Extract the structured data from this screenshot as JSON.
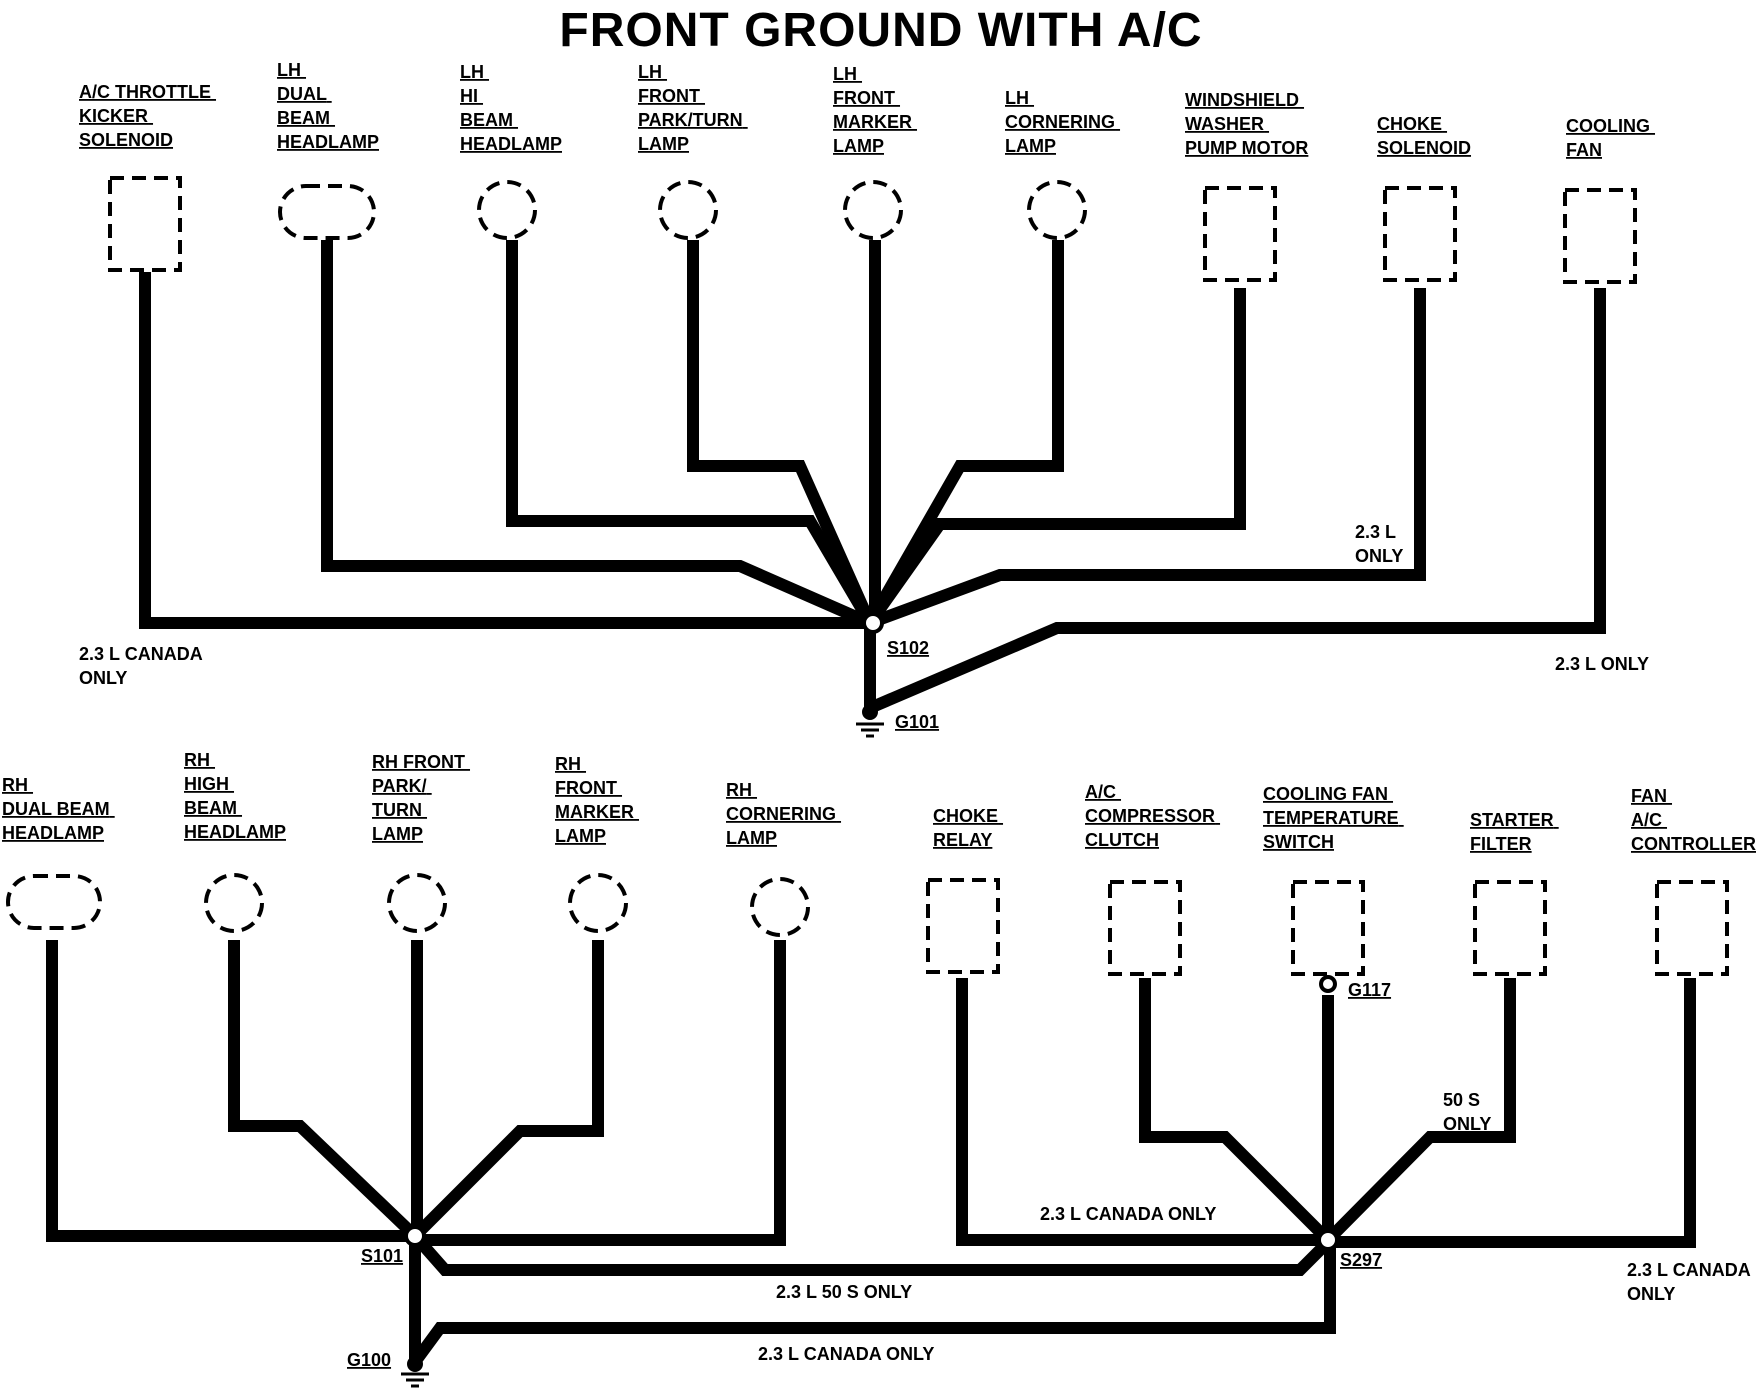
{
  "title": "FRONT GROUND WITH A/C",
  "components_top": [
    {
      "lines": [
        "A/C THROTTLE",
        "KICKER",
        "SOLENOID"
      ],
      "shape": "rect"
    },
    {
      "lines": [
        "LH",
        "DUAL",
        "BEAM",
        "HEADLAMP"
      ],
      "shape": "oval"
    },
    {
      "lines": [
        "LH",
        "HI",
        "BEAM",
        "HEADLAMP"
      ],
      "shape": "circle"
    },
    {
      "lines": [
        "LH",
        "FRONT",
        "PARK/TURN",
        "LAMP"
      ],
      "shape": "circle"
    },
    {
      "lines": [
        "LH",
        "FRONT",
        "MARKER",
        "LAMP"
      ],
      "shape": "circle"
    },
    {
      "lines": [
        "LH",
        "CORNERING",
        "LAMP"
      ],
      "shape": "circle"
    },
    {
      "lines": [
        "WINDSHIELD",
        "WASHER",
        "PUMP MOTOR"
      ],
      "shape": "rect"
    },
    {
      "lines": [
        "CHOKE",
        "SOLENOID"
      ],
      "shape": "rect"
    },
    {
      "lines": [
        "COOLING",
        "FAN"
      ],
      "shape": "rect"
    }
  ],
  "components_bottom": [
    {
      "lines": [
        "RH",
        "DUAL BEAM",
        "HEADLAMP"
      ],
      "shape": "oval"
    },
    {
      "lines": [
        "RH",
        "HIGH",
        "BEAM",
        "HEADLAMP"
      ],
      "shape": "circle"
    },
    {
      "lines": [
        "RH FRONT",
        "PARK/",
        "TURN",
        "LAMP"
      ],
      "shape": "circle"
    },
    {
      "lines": [
        "RH",
        "FRONT",
        "MARKER",
        "LAMP"
      ],
      "shape": "circle"
    },
    {
      "lines": [
        "RH",
        "CORNERING",
        "LAMP"
      ],
      "shape": "circle"
    },
    {
      "lines": [
        "CHOKE",
        "RELAY"
      ],
      "shape": "rect"
    },
    {
      "lines": [
        "A/C",
        "COMPRESSOR",
        "CLUTCH"
      ],
      "shape": "rect"
    },
    {
      "lines": [
        "COOLING FAN",
        "TEMPERATURE",
        "SWITCH"
      ],
      "shape": "rect"
    },
    {
      "lines": [
        "STARTER",
        "FILTER"
      ],
      "shape": "rect"
    },
    {
      "lines": [
        "FAN",
        "A/C",
        "CONTROLLER"
      ],
      "shape": "rect"
    }
  ],
  "splices": {
    "s102": "S102",
    "s101": "S101",
    "s297": "S297"
  },
  "grounds": {
    "g101": "G101",
    "g100": "G100",
    "g117": "G117"
  },
  "notes": {
    "canada_top_1": "2.3 L CANADA",
    "canada_top_2": "ONLY",
    "l23_only_1": "2.3 L",
    "l23_only_2": "ONLY",
    "l23_only_right": "2.3 L ONLY",
    "s50_1": "50 S",
    "s50_2": "ONLY",
    "canada_mid": "2.3 L CANADA ONLY",
    "l23_50s": "2.3 L 50 S ONLY",
    "canada_bottom": "2.3 L CANADA ONLY",
    "canada_right_1": "2.3 L CANADA",
    "canada_right_2": "ONLY"
  }
}
